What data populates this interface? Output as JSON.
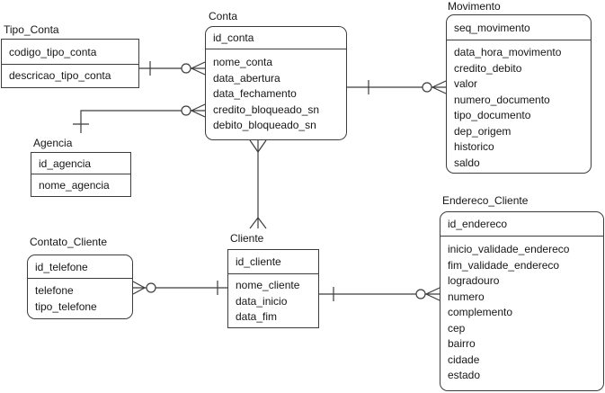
{
  "entities": {
    "tipo_conta": {
      "title": "Tipo_Conta",
      "key": "codigo_tipo_conta",
      "attrs": [
        "descricao_tipo_conta"
      ]
    },
    "conta": {
      "title": "Conta",
      "key": "id_conta",
      "attrs": [
        "nome_conta",
        "data_abertura",
        "data_fechamento",
        "credito_bloqueado_sn",
        "debito_bloqueado_sn"
      ]
    },
    "movimento": {
      "title": "Movimento",
      "key": "seq_movimento",
      "attrs": [
        "data_hora_movimento",
        "credito_debito",
        "valor",
        "numero_documento",
        "tipo_documento",
        "dep_origem",
        "historico",
        "saldo"
      ]
    },
    "agencia": {
      "title": "Agencia",
      "key": "id_agencia",
      "attrs": [
        "nome_agencia"
      ]
    },
    "cliente": {
      "title": "Cliente",
      "key": "id_cliente",
      "attrs": [
        "nome_cliente",
        "data_inicio",
        "data_fim"
      ]
    },
    "contato_cliente": {
      "title": "Contato_Cliente",
      "key": "id_telefone",
      "attrs": [
        "telefone",
        "tipo_telefone"
      ]
    },
    "endereco_cliente": {
      "title": "Endereco_Cliente",
      "key": "id_endereco",
      "attrs": [
        "inicio_validade_endereco",
        "fim_validade_endereco",
        "logradouro",
        "numero",
        "complemento",
        "cep",
        "bairro",
        "cidade",
        "estado"
      ]
    }
  },
  "relationships": [
    {
      "from": "Tipo_Conta",
      "to": "Conta",
      "from_cardinality": "one",
      "to_cardinality": "zero-or-many"
    },
    {
      "from": "Agencia",
      "to": "Conta",
      "from_cardinality": "one",
      "to_cardinality": "zero-or-many"
    },
    {
      "from": "Conta",
      "to": "Movimento",
      "from_cardinality": "one",
      "to_cardinality": "zero-or-many"
    },
    {
      "from": "Conta",
      "to": "Cliente",
      "from_cardinality": "many",
      "to_cardinality": "many"
    },
    {
      "from": "Cliente",
      "to": "Contato_Cliente",
      "from_cardinality": "one",
      "to_cardinality": "zero-or-many"
    },
    {
      "from": "Cliente",
      "to": "Endereco_Cliente",
      "from_cardinality": "one",
      "to_cardinality": "zero-or-many"
    }
  ],
  "colors": {
    "line": "#3c3c3c",
    "text": "#161616",
    "background": "#ffffff",
    "box_fill": "#ffffff"
  }
}
